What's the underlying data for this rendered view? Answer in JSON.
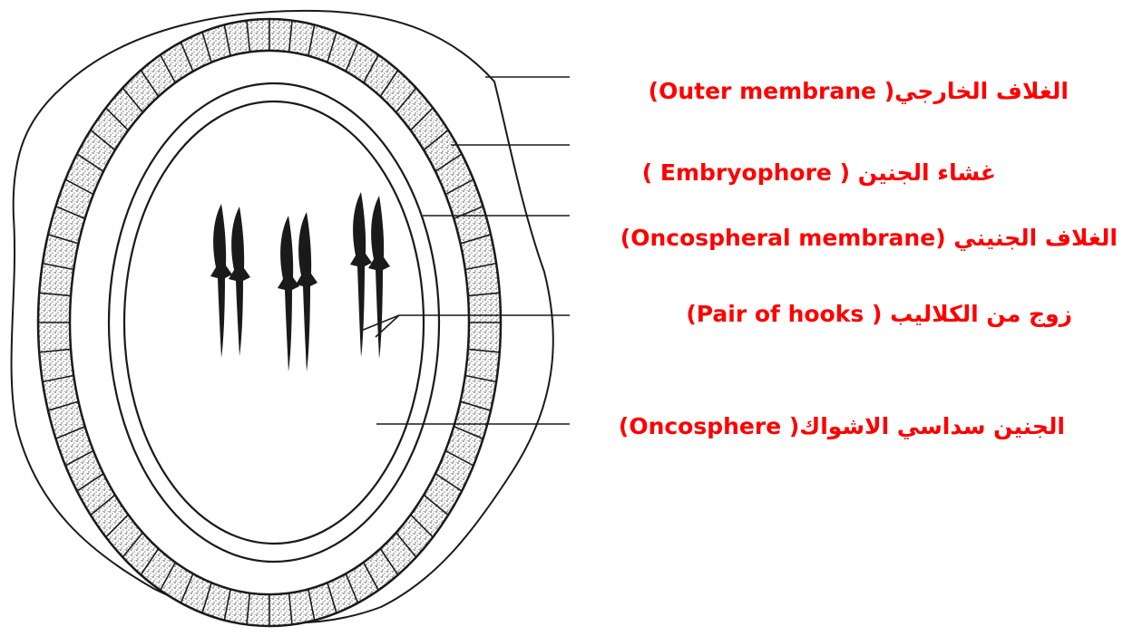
{
  "colors": {
    "label_text": "#ff0000",
    "line_art": "#1a1a1a",
    "stipple": "#8a8a8a",
    "background": "#ffffff"
  },
  "labels": [
    {
      "id": "outer-membrane",
      "text": "الغلاف الخارجي( Outer membrane)"
    },
    {
      "id": "embryophore",
      "text": "غشاء الجنين ( Embryophore )"
    },
    {
      "id": "oncospheral-membrane",
      "text": "الغلاف الجنيني (Oncospheral membrane)"
    },
    {
      "id": "pair-of-hooks",
      "text": "زوج من الكلاليب ( Pair of hooks)"
    },
    {
      "id": "oncosphere",
      "text": "الجنين سداسي الاشواك( Oncosphere)"
    }
  ]
}
